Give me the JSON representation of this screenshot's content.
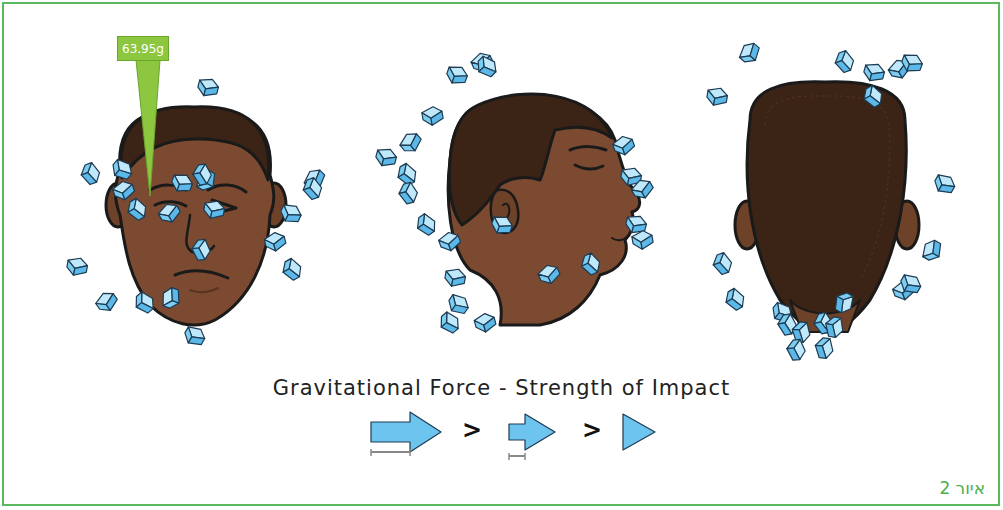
{
  "diagram": {
    "title": "Gravitational Force - Strength of Impact",
    "caption": "איור 2",
    "nodes": [
      {
        "text": [
          "63.95g"
        ]
      }
    ],
    "labels": [
      ">",
      ">"
    ]
  }
}
